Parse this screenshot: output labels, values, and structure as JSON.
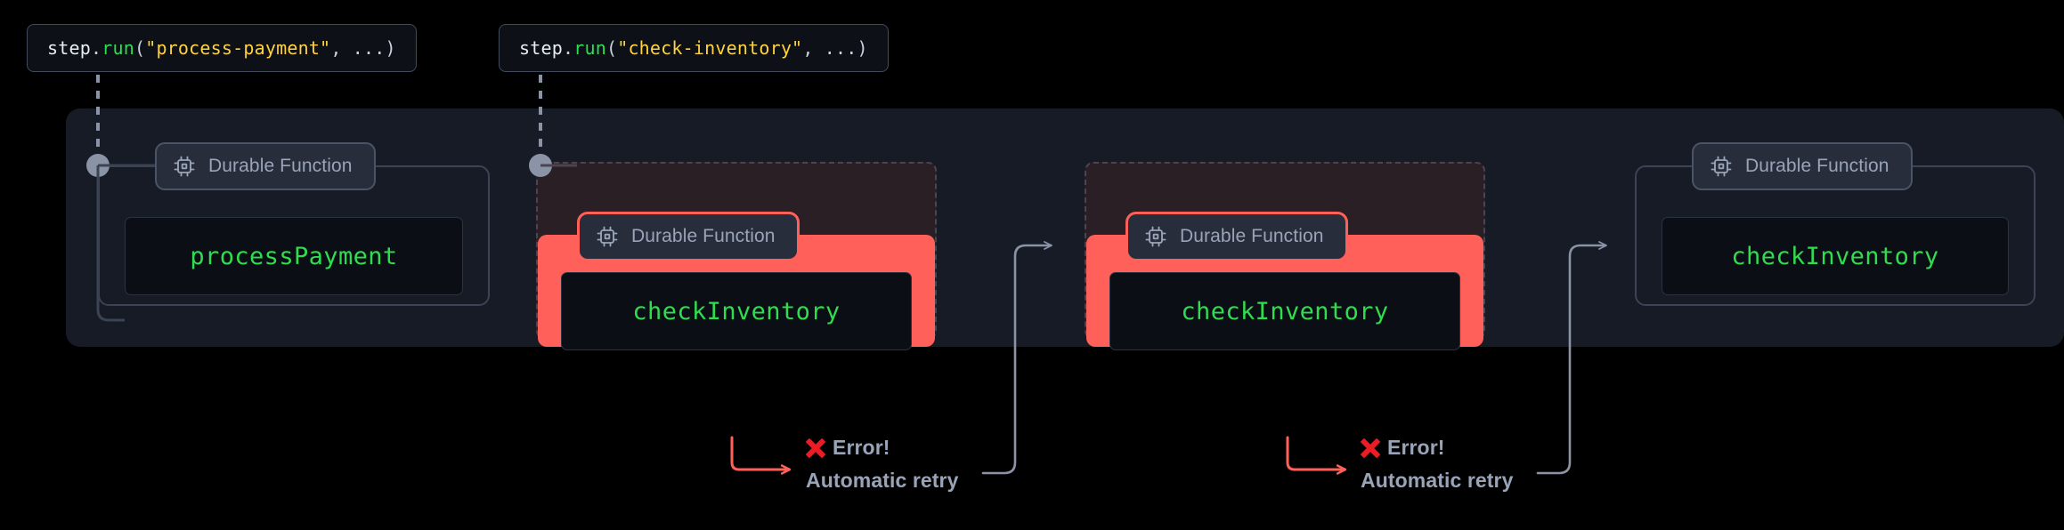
{
  "diagram": {
    "title": "Durable Function step retry flow",
    "background": "#000000",
    "panel_color": "#161b25"
  },
  "colors": {
    "accent_red": "#ff6059",
    "error_red": "#ec1c24",
    "code_green": "#2fdd4e",
    "string_yellow": "#ffd33d",
    "muted_text": "#9aa4b8",
    "panel": "#161b25",
    "code_bg": "#0b0e14",
    "fail_tint": "#2a1f24",
    "wire": "#8b93a7"
  },
  "code_labels": [
    {
      "id": "process-payment-call",
      "object": "step",
      "dot": ".",
      "method": "run",
      "open_paren": "(",
      "arg_string": "\"process-payment\"",
      "comma": ", ",
      "rest": "...",
      "close_paren": ")"
    },
    {
      "id": "check-inventory-call",
      "object": "step",
      "dot": ".",
      "method": "run",
      "open_paren": "(",
      "arg_string": "\"check-inventory\"",
      "comma": ", ",
      "rest": "...",
      "close_paren": ")"
    }
  ],
  "blocks": [
    {
      "id": "process-payment-ok",
      "state": "success",
      "chip_label": "Durable Function",
      "chip_icon": "cpu-chip-icon",
      "function_name": "processPayment"
    },
    {
      "id": "check-inventory-fail-1",
      "state": "failed",
      "chip_label": "Durable Function",
      "chip_icon": "cpu-chip-icon",
      "function_name": "checkInventory"
    },
    {
      "id": "check-inventory-fail-2",
      "state": "failed",
      "chip_label": "Durable Function",
      "chip_icon": "cpu-chip-icon",
      "function_name": "checkInventory"
    },
    {
      "id": "check-inventory-ok",
      "state": "success",
      "chip_label": "Durable Function",
      "chip_icon": "cpu-chip-icon",
      "function_name": "checkInventory"
    }
  ],
  "error_notes": [
    {
      "id": "error-note-1",
      "icon": "x-mark-icon",
      "error_label": "Error!",
      "retry_label": "Automatic retry"
    },
    {
      "id": "error-note-2",
      "icon": "x-mark-icon",
      "error_label": "Error!",
      "retry_label": "Automatic retry"
    }
  ]
}
